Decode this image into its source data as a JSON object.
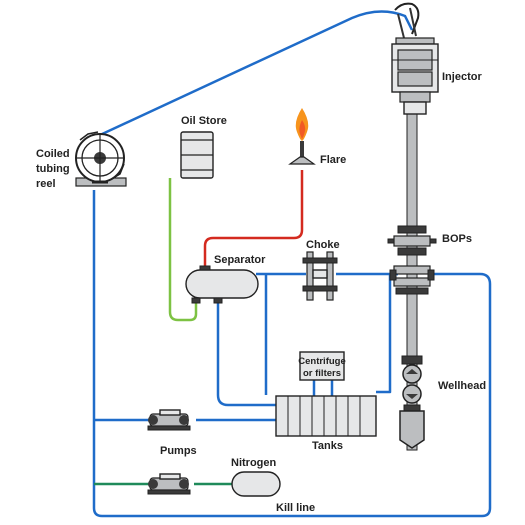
{
  "colors": {
    "water_line": "#1f6cc9",
    "gas_line": "#d42a1f",
    "oil_line": "#7dc243",
    "nitrogen_line": "#1f8a5a",
    "tubing": "#1f6cc9",
    "flame_outer": "#f7941d",
    "flame_inner": "#f15a24",
    "equipment_fill": "#e6e7e8",
    "outline": "#222222"
  },
  "labels": {
    "injector": "Injector",
    "oil_store": "Oil Store",
    "flare": "Flare",
    "coiled_tubing_reel": [
      "Coiled",
      "tubing",
      "reel"
    ],
    "separator": "Separator",
    "choke": "Choke",
    "bops": "BOPs",
    "centrifuge": [
      "Centrifuge",
      "or filters"
    ],
    "wellhead": "Wellhead",
    "pumps": "Pumps",
    "tanks": "Tanks",
    "nitrogen": "Nitrogen",
    "kill_line": "Kill line"
  },
  "icons": {
    "injector": "injector-icon",
    "oil_store": "barrel-icon",
    "flare": "flare-icon",
    "reel": "reel-icon",
    "separator": "separator-vessel-icon",
    "choke": "choke-manifold-icon",
    "bops": "bop-stack-icon",
    "centrifuge": "centrifuge-icon",
    "wellhead": "wellhead-icon",
    "pumps": "pump-icon",
    "tanks": "tank-icon",
    "nitrogen": "nitrogen-tank-icon"
  }
}
